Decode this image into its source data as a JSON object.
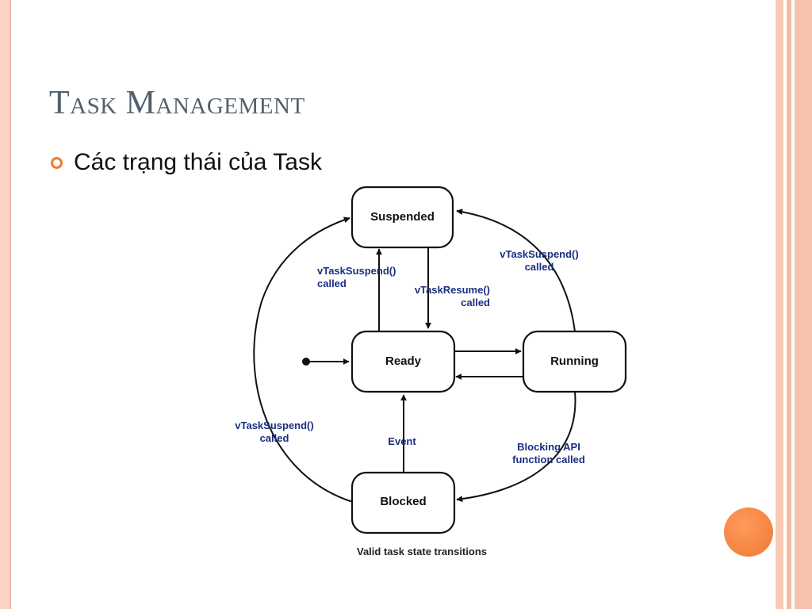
{
  "slide": {
    "title": "Task Management",
    "bullet": "Các trạng thái của Task"
  },
  "diagram": {
    "states": {
      "suspended": "Suspended",
      "ready": "Ready",
      "running": "Running",
      "blocked": "Blocked"
    },
    "transitions": {
      "ready_to_suspended": [
        "vTaskSuspend()",
        "called"
      ],
      "suspended_to_ready": [
        "vTaskResume()",
        "called"
      ],
      "running_to_suspended": [
        "vTaskSuspend()",
        "called"
      ],
      "blocked_to_suspended": [
        "vTaskSuspend()",
        "called"
      ],
      "blocked_to_ready": "Event",
      "running_to_blocked": [
        "Blocking API",
        "function called"
      ]
    },
    "caption": "Valid task state transitions"
  },
  "colors": {
    "accent": "#f07934",
    "border": "#fbd2c4",
    "title": "#50606e",
    "edge_label": "#1a2f80"
  }
}
